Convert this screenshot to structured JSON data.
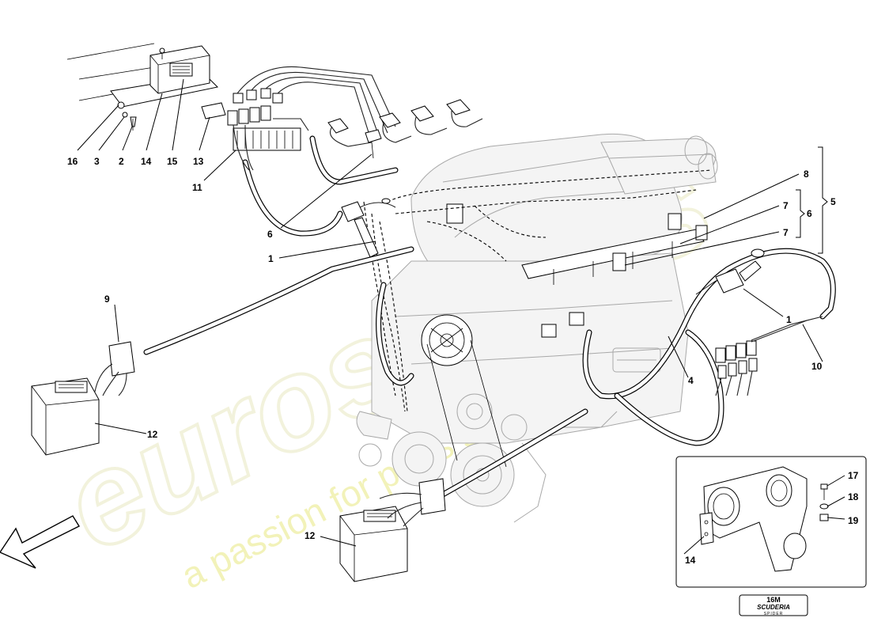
{
  "diagram": {
    "callouts": {
      "c1a": "1",
      "c1b": "1",
      "c2": "2",
      "c3": "3",
      "c4": "4",
      "c5": "5",
      "c6a": "6",
      "c6b": "6",
      "c7a": "7",
      "c7b": "7",
      "c8": "8",
      "c9": "9",
      "c10": "10",
      "c11": "11",
      "c12a": "12",
      "c12b": "12",
      "c13": "13",
      "c14a": "14",
      "c14b": "14",
      "c15": "15",
      "c16": "16",
      "c17": "17",
      "c18": "18",
      "c19": "19"
    },
    "badge": {
      "line1": "16M",
      "line2": "SCUDERIA",
      "line3": "SPIDER"
    },
    "watermark": {
      "brand": "eurospares",
      "tagline": "a passion for parts since 1985",
      "color": "#f2f2c8"
    }
  }
}
